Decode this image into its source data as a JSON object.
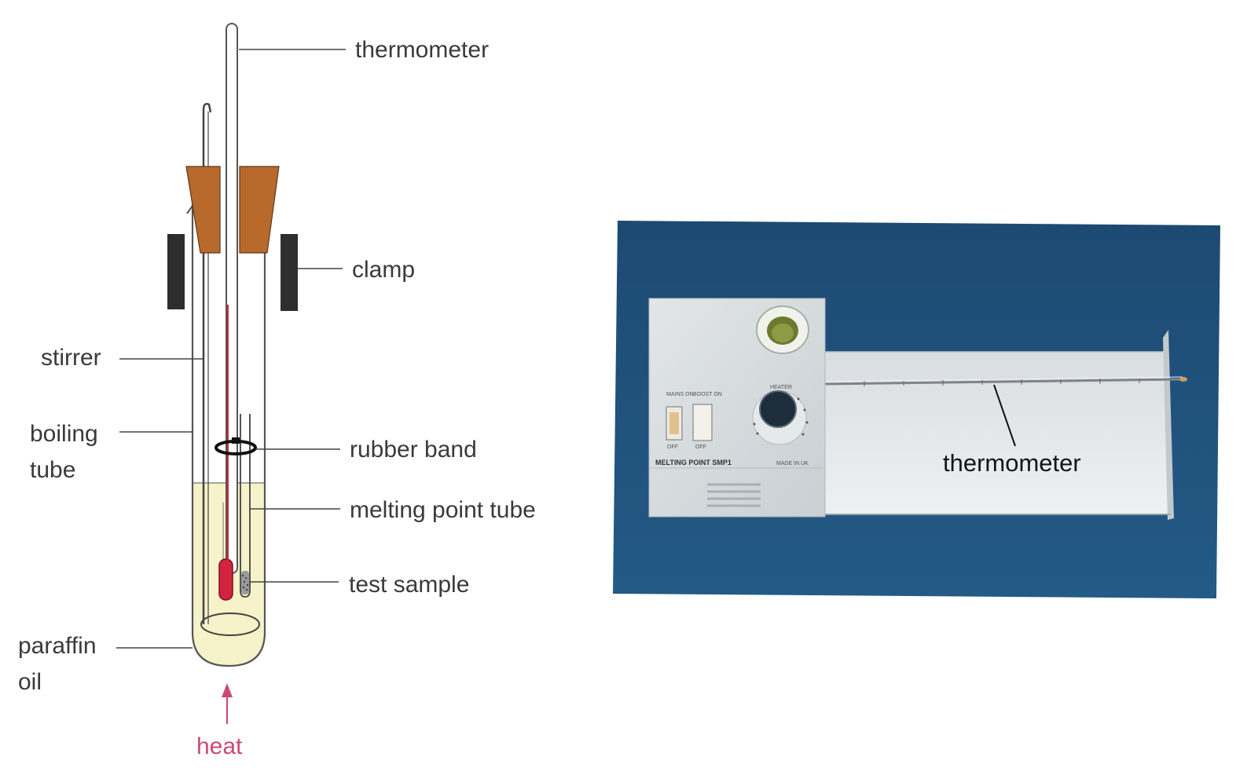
{
  "diagram": {
    "labels": {
      "thermometer": "thermometer",
      "clamp": "clamp",
      "stirrer": "stirrer",
      "boiling_line1": "boiling",
      "boiling_line2": "tube",
      "rubber_band": "rubber band",
      "melting_point_tube": "melting point tube",
      "test_sample": "test sample",
      "paraffin_line1": "paraffin",
      "paraffin_line2": "oil",
      "heat": "heat"
    },
    "colors": {
      "bung": "#b8692c",
      "clamp": "#2c2f2e",
      "oil": "#f6f2c9",
      "thermo_red": "#d4233f",
      "heat": "#cc4a72"
    }
  },
  "photo": {
    "label": "thermometer",
    "panel_text": {
      "mains_on": "MAINS ON",
      "boost_on": "BOOST ON",
      "off_left": "OFF",
      "off_right": "OFF",
      "heater": "HEATER",
      "brand": "MELTING POINT SMP1",
      "made_in": "MADE IN UK"
    },
    "colors": {
      "background": "#1f4f77",
      "device": "#d8dde0"
    }
  }
}
